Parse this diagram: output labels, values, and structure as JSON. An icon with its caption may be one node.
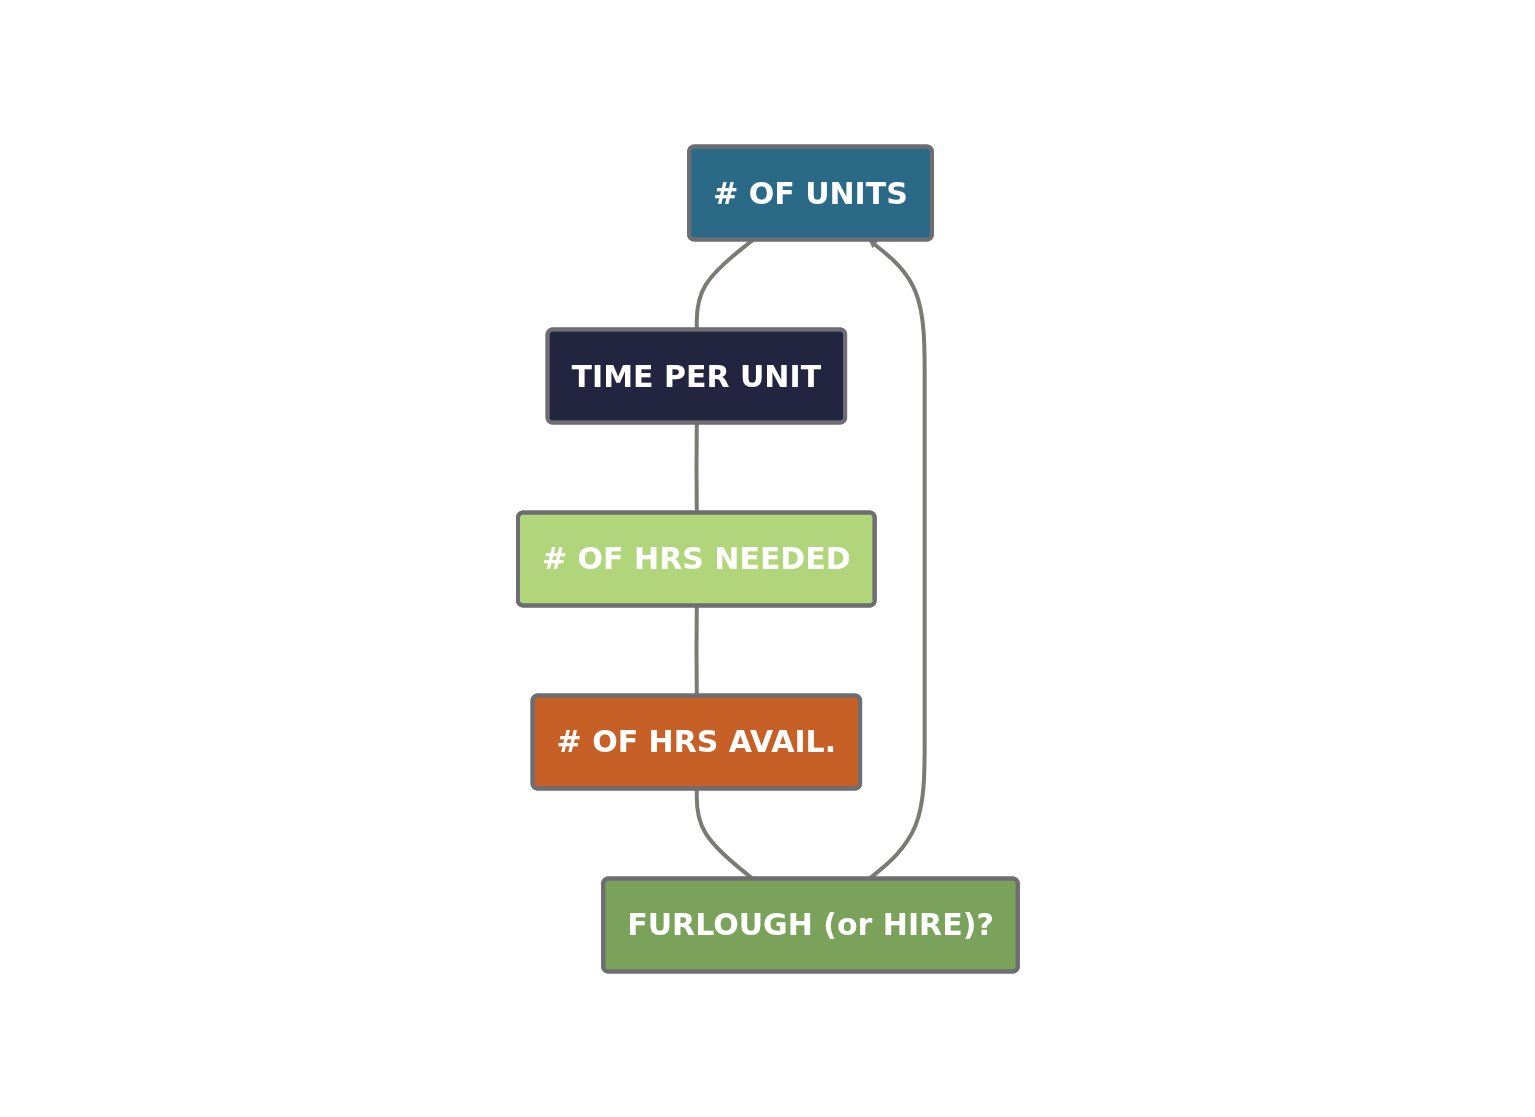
{
  "diagram": {
    "nodes": [
      {
        "text": [
          "# OF UNITS"
        ]
      },
      {
        "text": [
          "TIME PER UNIT"
        ]
      },
      {
        "text": [
          "# OF HRS NEEDED"
        ]
      },
      {
        "text": [
          "# OF HRS AVAIL."
        ]
      },
      {
        "text": [
          "FURLOUGH (or HIRE)?"
        ]
      }
    ],
    "edges": [
      {
        "from": 0,
        "to": 1,
        "arrow": "none"
      },
      {
        "from": 1,
        "to": 2,
        "arrow": "none"
      },
      {
        "from": 2,
        "to": 3,
        "arrow": "none"
      },
      {
        "from": 3,
        "to": 4,
        "arrow": "none"
      },
      {
        "from": 4,
        "to": 0,
        "arrow": "to"
      }
    ]
  }
}
